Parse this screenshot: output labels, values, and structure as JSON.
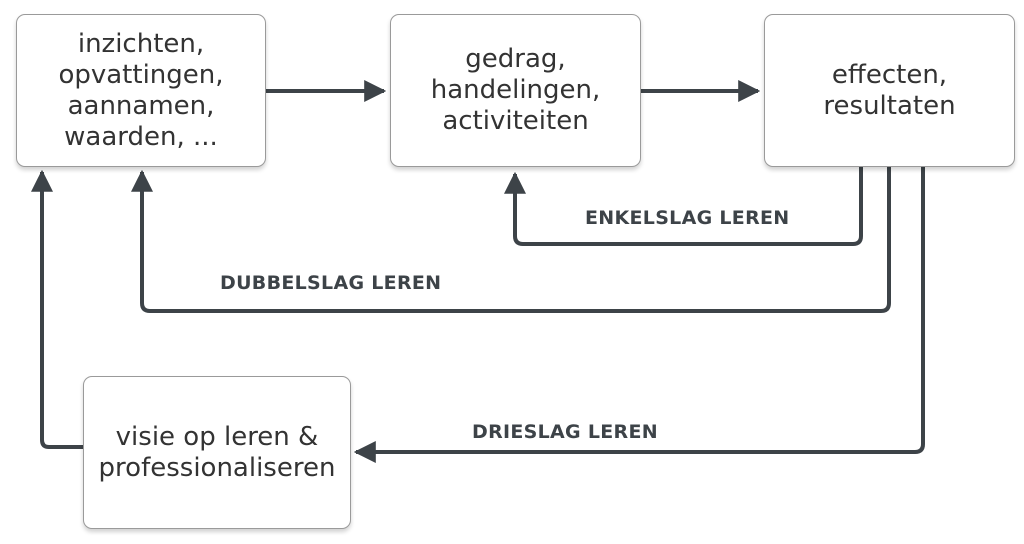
{
  "boxes": {
    "insights": {
      "lines": [
        "inzichten,",
        "opvattingen,",
        "aannamen,",
        "waarden, ..."
      ]
    },
    "behavior": {
      "lines": [
        "gedrag,",
        "handelingen,",
        "activiteiten"
      ]
    },
    "effects": {
      "lines": [
        "effecten,",
        "resultaten"
      ]
    },
    "vision": {
      "lines": [
        "visie op leren &",
        "professionaliseren"
      ]
    }
  },
  "labels": {
    "single_loop": "ENKELSLAG LEREN",
    "double_loop": "DUBBELSLAG LEREN",
    "triple_loop": "DRIESLAG LEREN"
  },
  "colors": {
    "line": "#3d4348",
    "box_border": "#9a9a9a",
    "text": "#333333"
  }
}
